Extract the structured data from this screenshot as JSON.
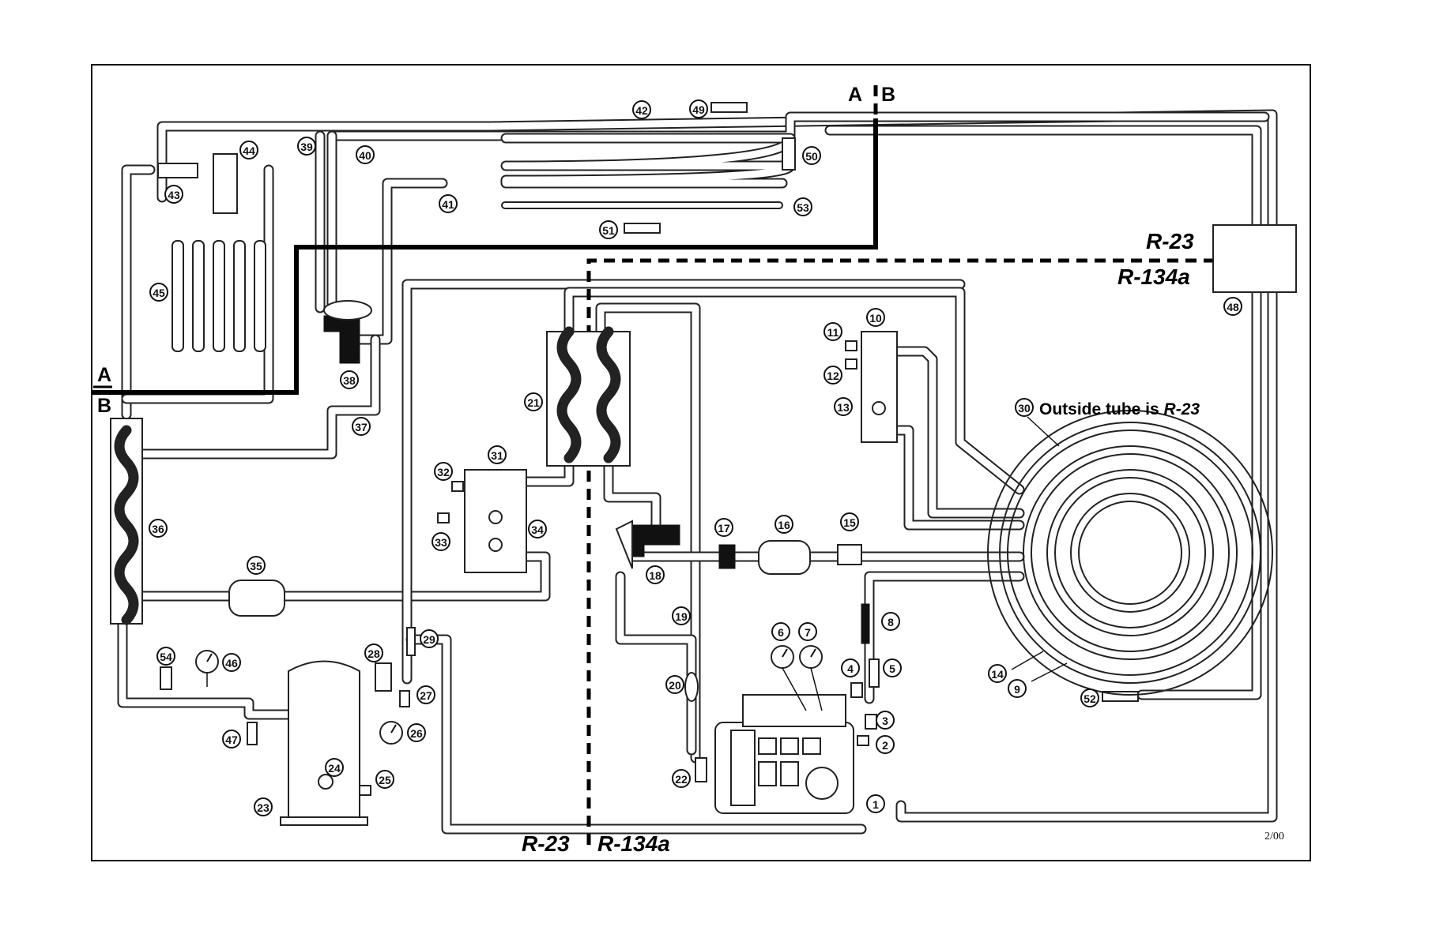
{
  "labels": {
    "section_a": "A",
    "section_b": "B",
    "refrigerant_left": "R-23",
    "refrigerant_right": "R-134a",
    "coil_note_prefix": "Outside tube is ",
    "coil_note_refrigerant": "R-23",
    "revision": "2/00"
  },
  "callouts": [
    "1",
    "2",
    "3",
    "4",
    "5",
    "6",
    "7",
    "8",
    "9",
    "10",
    "11",
    "12",
    "13",
    "14",
    "15",
    "16",
    "17",
    "18",
    "19",
    "20",
    "21",
    "22",
    "23",
    "24",
    "25",
    "26",
    "27",
    "28",
    "29",
    "30",
    "31",
    "32",
    "33",
    "34",
    "35",
    "36",
    "37",
    "38",
    "39",
    "40",
    "41",
    "42",
    "43",
    "44",
    "45",
    "46",
    "47",
    "48",
    "49",
    "50",
    "51",
    "52",
    "53",
    "54"
  ],
  "colors": {
    "line": "#222222",
    "background": "#ffffff"
  }
}
